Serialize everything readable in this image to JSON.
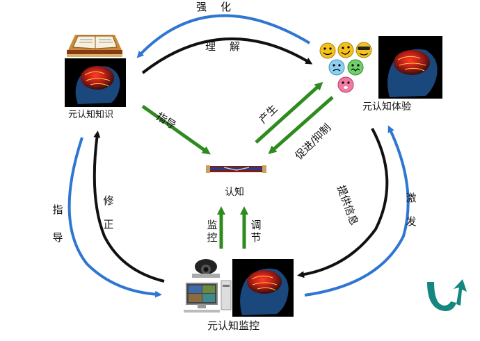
{
  "nodes": {
    "knowledge": "元认知知识",
    "experience": "元认知体验",
    "cognition": "认知",
    "monitoring": "元认知监控"
  },
  "edges": {
    "strengthen": "强化",
    "understand": "理解",
    "guide_top": "指导",
    "produce": "产生",
    "promote_inhibit": "促进/抑制",
    "provide_info": "提供信息",
    "stimulate": "激发",
    "guide_left": "指导",
    "correct": "修正",
    "monitor": "监控",
    "regulate": "调节"
  },
  "colors": {
    "blue": "#2f76d2",
    "black": "#111111",
    "green": "#2e8b1e",
    "logo_teal": "#14877e"
  }
}
